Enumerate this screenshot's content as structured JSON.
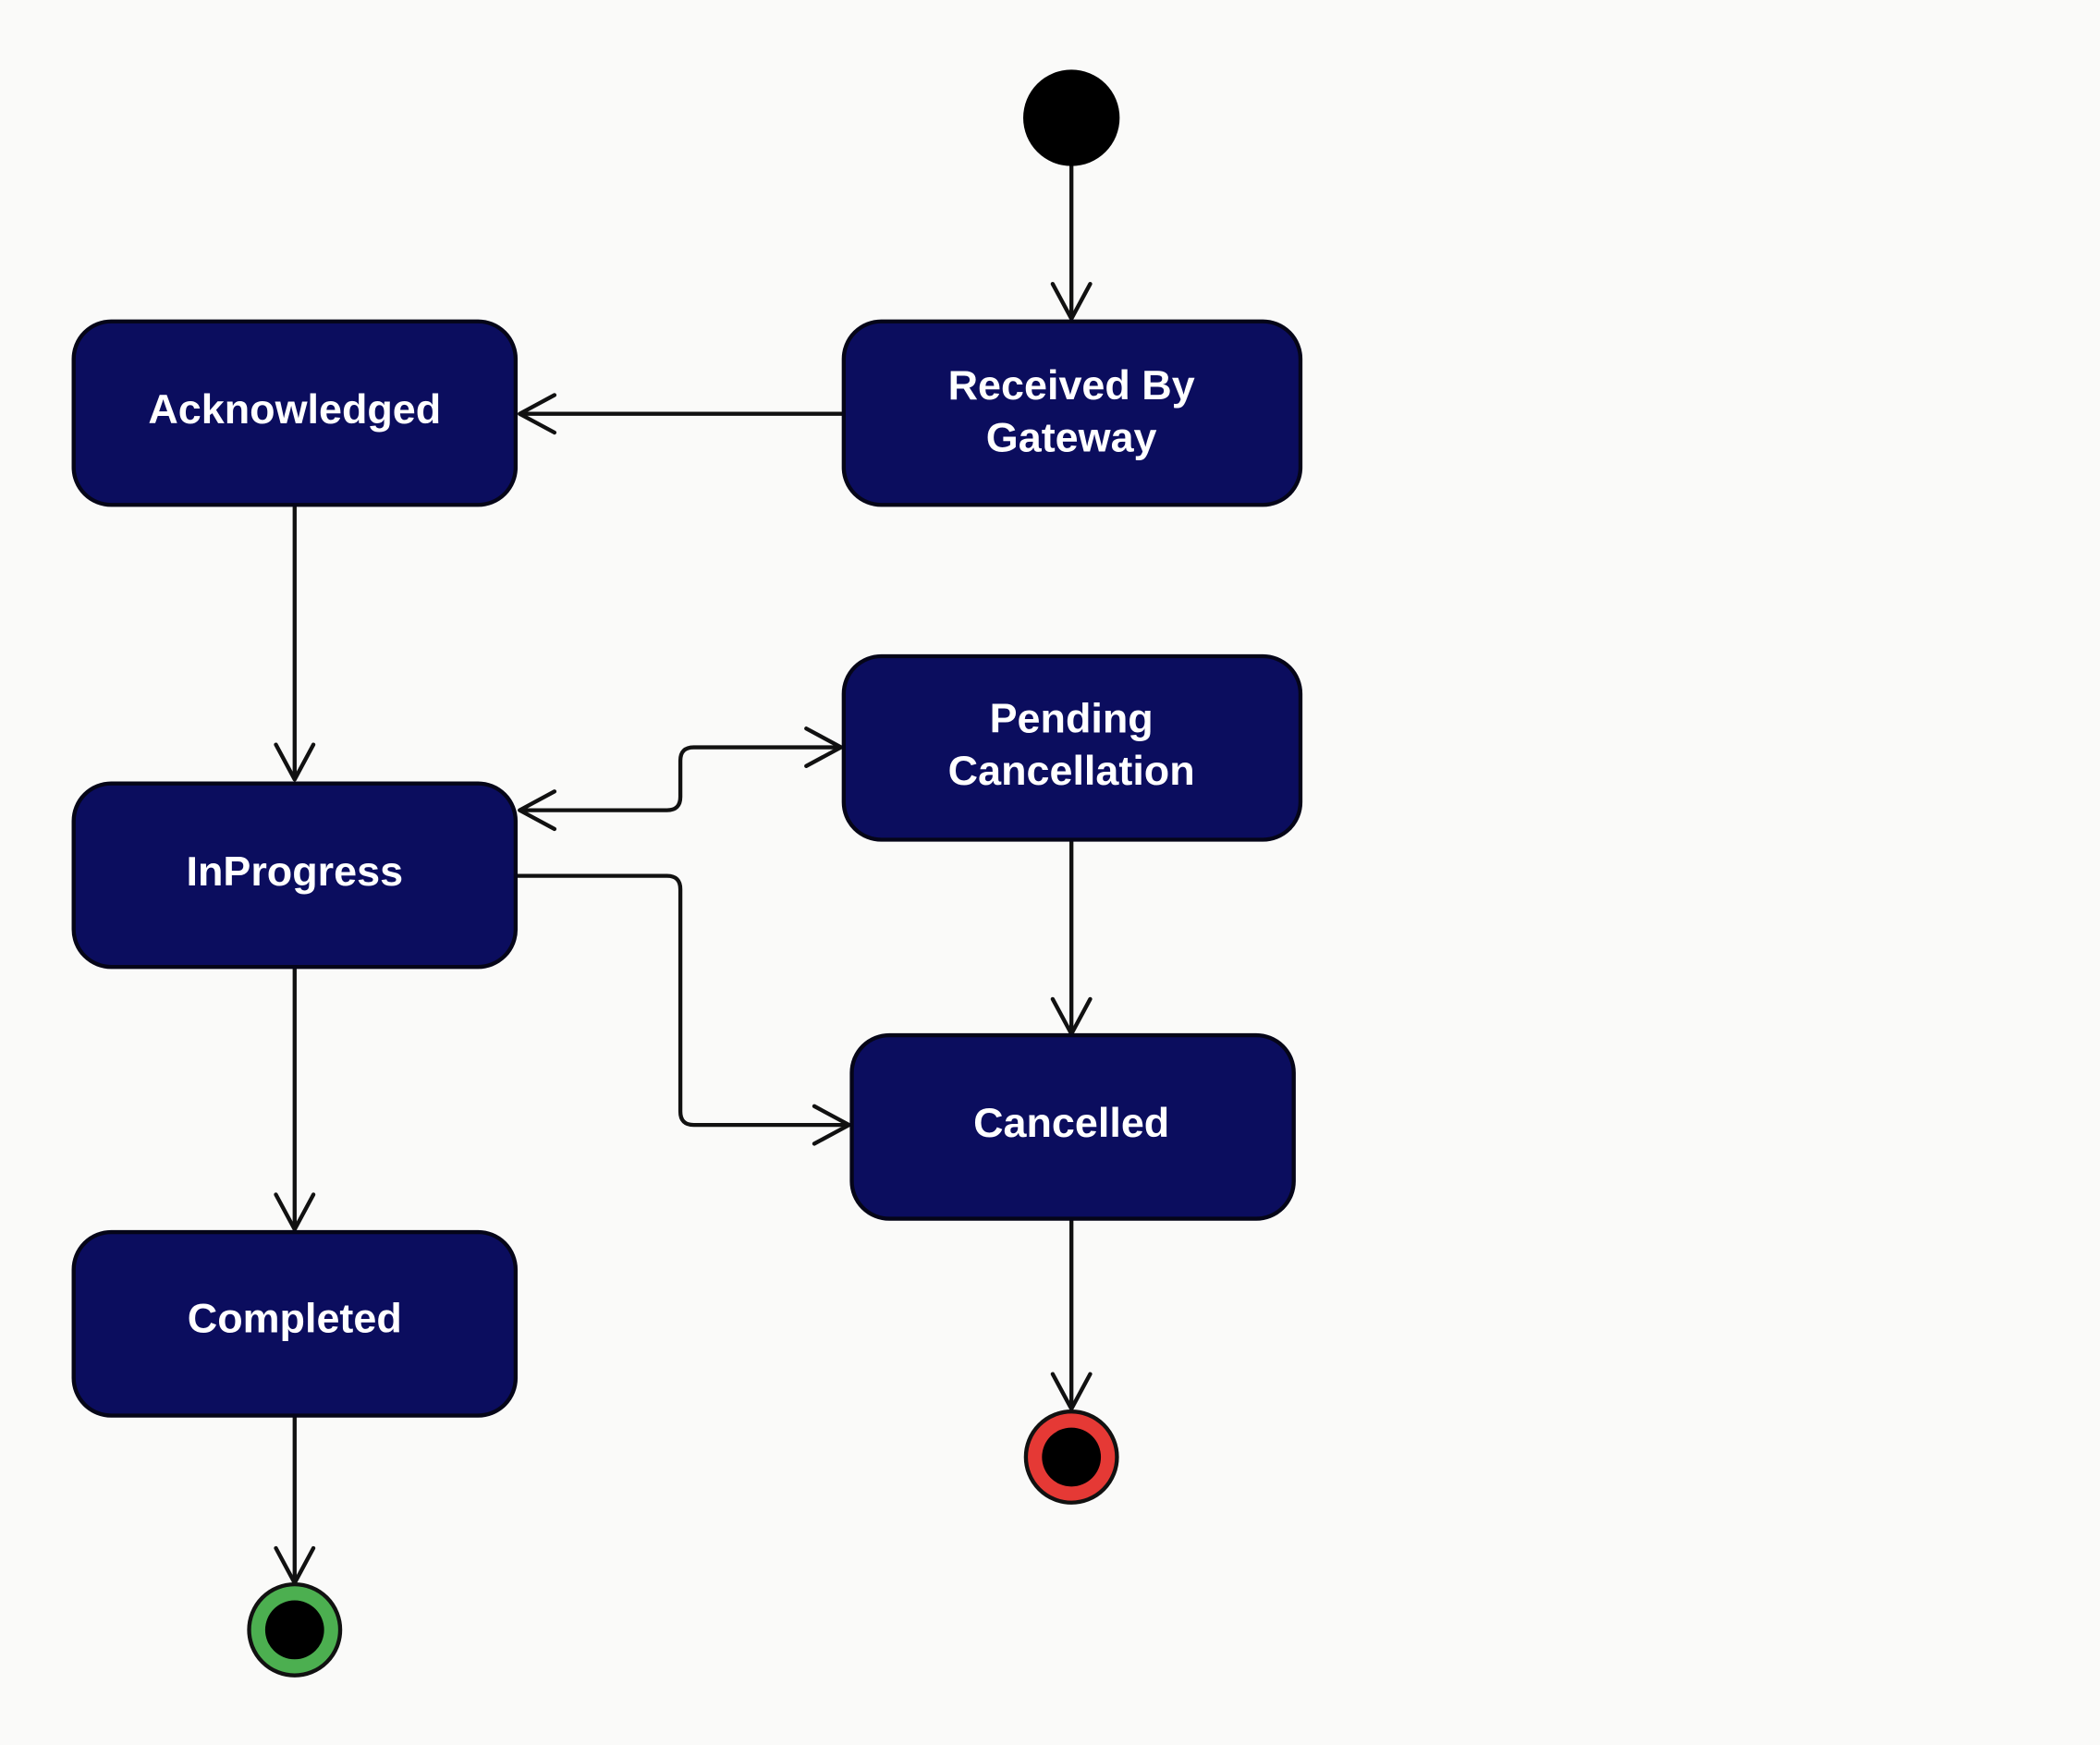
{
  "diagram": {
    "type": "uml-state-machine",
    "colors": {
      "state_fill": "#0b0d5e",
      "state_text": "#ffffff",
      "background": "#fafaf9",
      "success_final": "#4caf50",
      "cancel_final": "#e53935"
    },
    "states": [
      {
        "id": "received",
        "lines": [
          "Received By",
          "Gateway"
        ]
      },
      {
        "id": "acknowledged",
        "lines": [
          "Acknowledged"
        ]
      },
      {
        "id": "inprogress",
        "lines": [
          "InProgress"
        ]
      },
      {
        "id": "pending",
        "lines": [
          "Pending",
          "Cancellation"
        ]
      },
      {
        "id": "cancelled",
        "lines": [
          "Cancelled"
        ]
      },
      {
        "id": "completed",
        "lines": [
          "Completed"
        ]
      }
    ],
    "initial": "received",
    "finals": [
      {
        "id": "final-completed",
        "color": "green"
      },
      {
        "id": "final-cancelled",
        "color": "red"
      }
    ],
    "transitions": [
      {
        "from": "initial",
        "to": "received"
      },
      {
        "from": "received",
        "to": "acknowledged"
      },
      {
        "from": "acknowledged",
        "to": "inprogress"
      },
      {
        "from": "inprogress",
        "to": "pending"
      },
      {
        "from": "pending",
        "to": "inprogress"
      },
      {
        "from": "inprogress",
        "to": "cancelled"
      },
      {
        "from": "pending",
        "to": "cancelled"
      },
      {
        "from": "inprogress",
        "to": "completed"
      },
      {
        "from": "completed",
        "to": "final-completed"
      },
      {
        "from": "cancelled",
        "to": "final-cancelled"
      }
    ]
  }
}
